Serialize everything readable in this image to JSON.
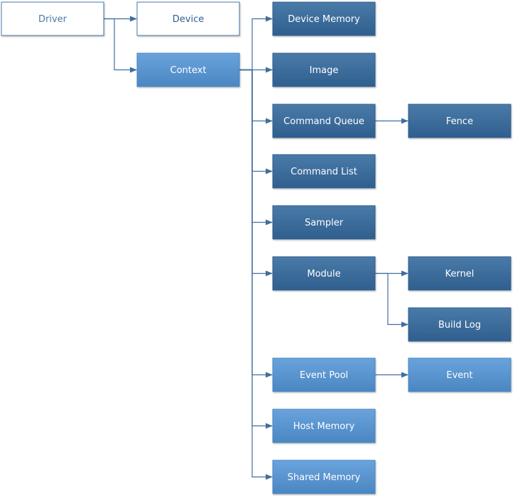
{
  "diagram": {
    "nodes": [
      {
        "id": "driver",
        "label": "Driver",
        "style": "outline-light"
      },
      {
        "id": "device",
        "label": "Device",
        "style": "outline-dark"
      },
      {
        "id": "context",
        "label": "Context",
        "style": "light"
      },
      {
        "id": "device_memory",
        "label": "Device Memory",
        "style": "dark"
      },
      {
        "id": "image",
        "label": "Image",
        "style": "dark"
      },
      {
        "id": "command_queue",
        "label": "Command Queue",
        "style": "dark"
      },
      {
        "id": "fence",
        "label": "Fence",
        "style": "dark"
      },
      {
        "id": "command_list",
        "label": "Command List",
        "style": "dark"
      },
      {
        "id": "sampler",
        "label": "Sampler",
        "style": "dark"
      },
      {
        "id": "module",
        "label": "Module",
        "style": "dark"
      },
      {
        "id": "kernel",
        "label": "Kernel",
        "style": "dark"
      },
      {
        "id": "build_log",
        "label": "Build Log",
        "style": "dark"
      },
      {
        "id": "event_pool",
        "label": "Event Pool",
        "style": "light"
      },
      {
        "id": "event",
        "label": "Event",
        "style": "light"
      },
      {
        "id": "host_memory",
        "label": "Host Memory",
        "style": "light"
      },
      {
        "id": "shared_memory",
        "label": "Shared Memory",
        "style": "light"
      }
    ],
    "edges": [
      {
        "from": "driver",
        "to": "device"
      },
      {
        "from": "driver",
        "to": "context"
      },
      {
        "from": "context",
        "to": "device_memory"
      },
      {
        "from": "context",
        "to": "image"
      },
      {
        "from": "context",
        "to": "command_queue"
      },
      {
        "from": "context",
        "to": "command_list"
      },
      {
        "from": "context",
        "to": "sampler"
      },
      {
        "from": "context",
        "to": "module"
      },
      {
        "from": "context",
        "to": "event_pool"
      },
      {
        "from": "context",
        "to": "host_memory"
      },
      {
        "from": "context",
        "to": "shared_memory"
      },
      {
        "from": "command_queue",
        "to": "fence"
      },
      {
        "from": "module",
        "to": "kernel"
      },
      {
        "from": "module",
        "to": "build_log"
      },
      {
        "from": "event_pool",
        "to": "event"
      }
    ],
    "colors": {
      "dark_fill_top": "#4a7aa8",
      "dark_fill_bottom": "#2f5f8e",
      "light_fill_top": "#6aa3dc",
      "light_fill_bottom": "#4a86c2",
      "outline_stroke": "#4a7aa8",
      "outline_light_text": "#4a7aa8",
      "outline_dark_text": "#2f5f8e",
      "filled_text": "#ffffff",
      "edge": "#3f6f9f"
    }
  }
}
